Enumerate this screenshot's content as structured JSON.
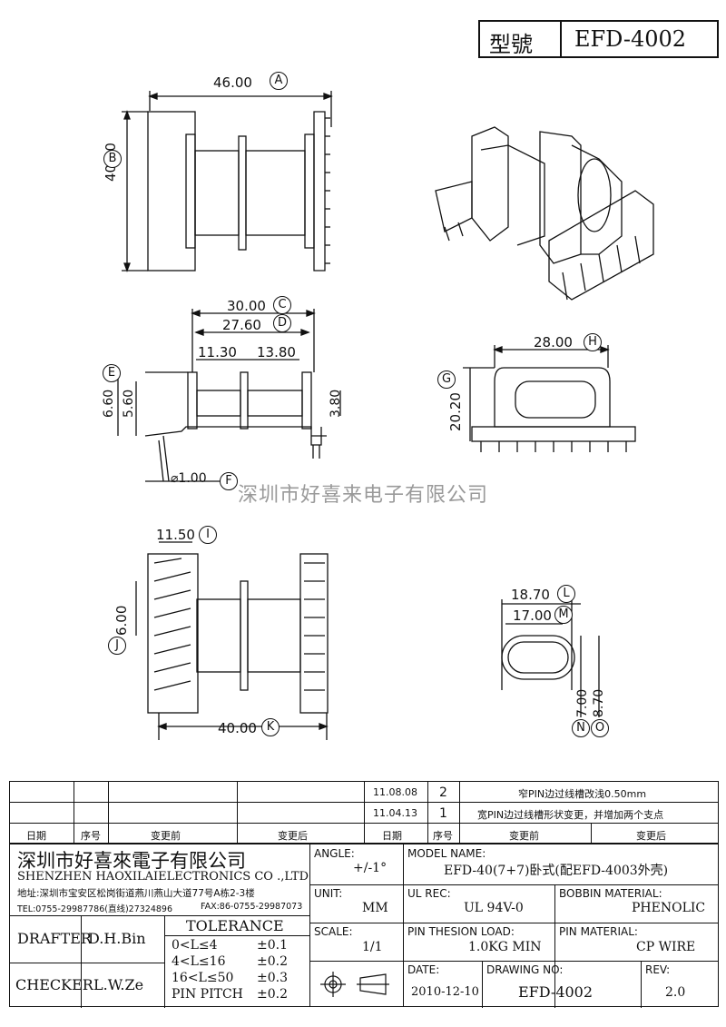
{
  "model": {
    "label": "型號",
    "value": "EFD-4002"
  },
  "watermark": "深圳市好喜来电子有限公司",
  "dimensions": {
    "A": "46.00",
    "B": "40.00",
    "C": "30.00",
    "D": "27.60",
    "d1": "11.30",
    "d2": "13.80",
    "E": "6.60",
    "e2": "5.60",
    "h1": "3.80",
    "F": "⌀1.00",
    "H": "28.00",
    "G": "20.20",
    "I": "11.50",
    "J": "6.00",
    "K": "40.00",
    "L": "18.70",
    "M": "17.00",
    "N": "7.00",
    "O": "8.70"
  },
  "circle_labels": [
    "A",
    "B",
    "C",
    "D",
    "E",
    "F",
    "G",
    "H",
    "I",
    "J",
    "K",
    "L",
    "M",
    "N",
    "O"
  ],
  "revisions": [
    {
      "date": "11.08.08",
      "no": "2",
      "desc": "窄PIN边过线槽改浅0.50mm"
    },
    {
      "date": "11.04.13",
      "no": "1",
      "desc": "宽PIN边过线槽形状变更，并增加两个支点"
    }
  ],
  "rev_headers": {
    "date": "日期",
    "no": "序号",
    "before": "变更前",
    "after": "变更后"
  },
  "company": {
    "name_cn": "深圳市好喜來電子有限公司",
    "name_en": "SHENZHEN HAOXILAIELECTRONICS CO .,LTD",
    "address": "地址:深圳市宝安区松岗街道燕川燕山大道77号A栋2-3楼",
    "tel": "TEL:0755-29987786(直线)27324896",
    "fax": "FAX:86-0755-29987073"
  },
  "drafter": {
    "label": "DRAFTER",
    "value": "D.H.Bin"
  },
  "checker": {
    "label": "CHECKER",
    "value": "L.W.Ze"
  },
  "tolerance": {
    "title": "TOLERANCE",
    "rows": [
      {
        "range": "0<L≤4",
        "value": "±0.1"
      },
      {
        "range": "4<L≤16",
        "value": "±0.2"
      },
      {
        "range": "16<L≤50",
        "value": "±0.3"
      },
      {
        "range": "PIN PITCH",
        "value": "±0.2"
      }
    ]
  },
  "angle": {
    "label": "ANGLE:",
    "value": "+/-1°"
  },
  "model_name": {
    "label": "MODEL NAME:",
    "value": "EFD-40(7+7)卧式(配EFD-4003外壳)"
  },
  "unit": {
    "label": "UNIT:",
    "value": "MM"
  },
  "ul_rec": {
    "label": "UL REC:",
    "value": "UL 94V-0"
  },
  "bobbin_material": {
    "label": "BOBBIN MATERIAL:",
    "value": "PHENOLIC"
  },
  "scale": {
    "label": "SCALE:",
    "value": "1/1"
  },
  "pin_load": {
    "label": "PIN THESION LOAD:",
    "value": "1.0KG MIN"
  },
  "pin_material": {
    "label": "PIN MATERIAL:",
    "value": "CP  WIRE"
  },
  "date": {
    "label": "DATE:",
    "value": "2010-12-10"
  },
  "drawing_no": {
    "label": "DRAWING NO:",
    "value": "EFD-4002"
  },
  "rev": {
    "label": "REV:",
    "value": "2.0"
  }
}
